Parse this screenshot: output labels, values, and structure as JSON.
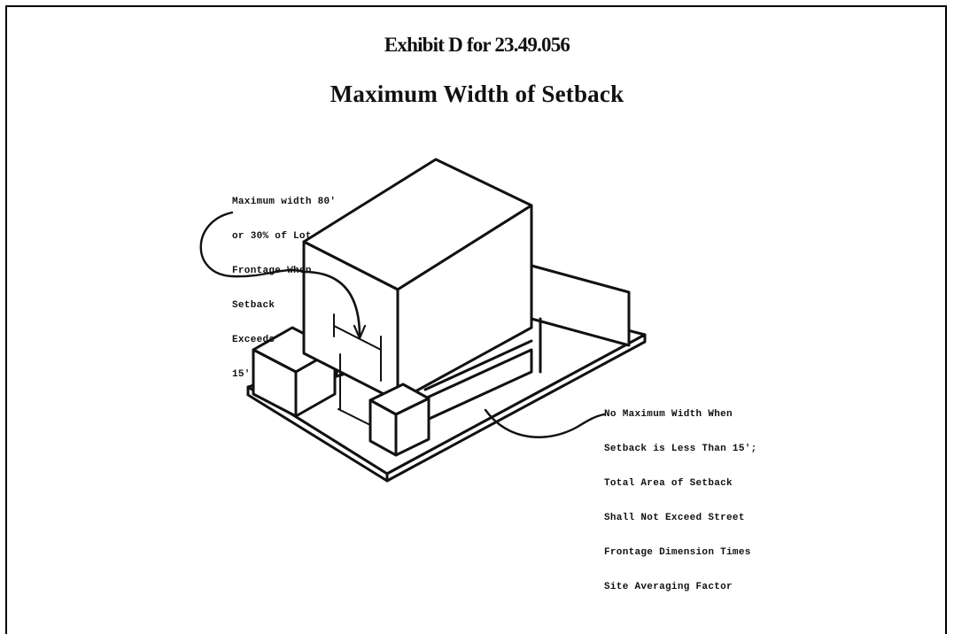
{
  "document": {
    "title": "Exhibit D for 23.49.056",
    "subtitle": "Maximum Width of Setback"
  },
  "diagram": {
    "callout_left": {
      "lines": [
        "Maximum width 80'",
        "or 30% of Lot",
        "Frontage When",
        "Setback",
        "Exceeds",
        "15'"
      ]
    },
    "callout_right": {
      "lines": [
        "No Maximum Width When",
        "Setback is Less Than 15';",
        "Total Area of Setback",
        "Shall Not Exceed Street",
        "Frontage Dimension Times",
        "Site Averaging Factor"
      ]
    },
    "line_color": "#111111"
  }
}
